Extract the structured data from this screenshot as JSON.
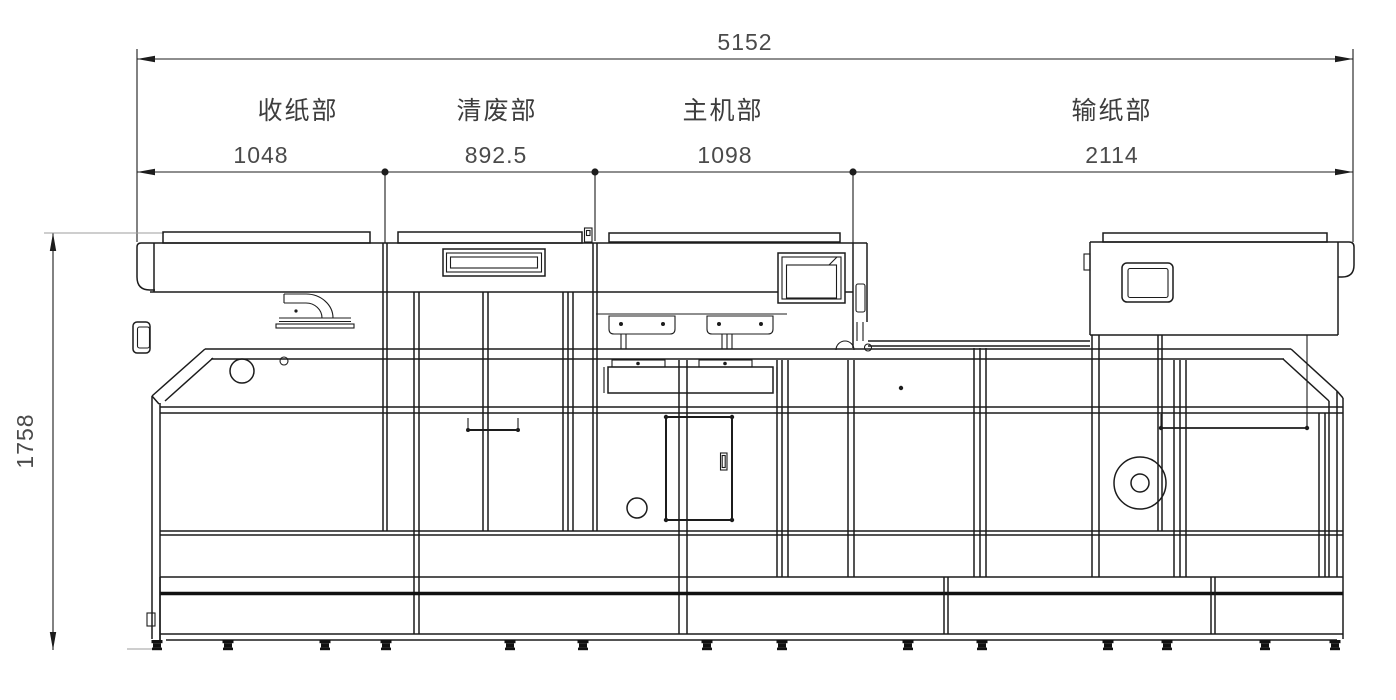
{
  "drawing": {
    "type": "engineering-elevation",
    "overall": {
      "total_width_label": "5152",
      "total_height_label": "1758"
    },
    "sections": [
      {
        "name": "收纸部",
        "width": "1048"
      },
      {
        "name": "清废部",
        "width": "892.5"
      },
      {
        "name": "主机部",
        "width": "1098"
      },
      {
        "name": "输纸部",
        "width": "2114"
      }
    ],
    "colors": {
      "line": "#1c1c1c",
      "dim_text": "#4a4a4a",
      "aux_line": "#9c9c9c",
      "background": "#ffffff"
    }
  }
}
